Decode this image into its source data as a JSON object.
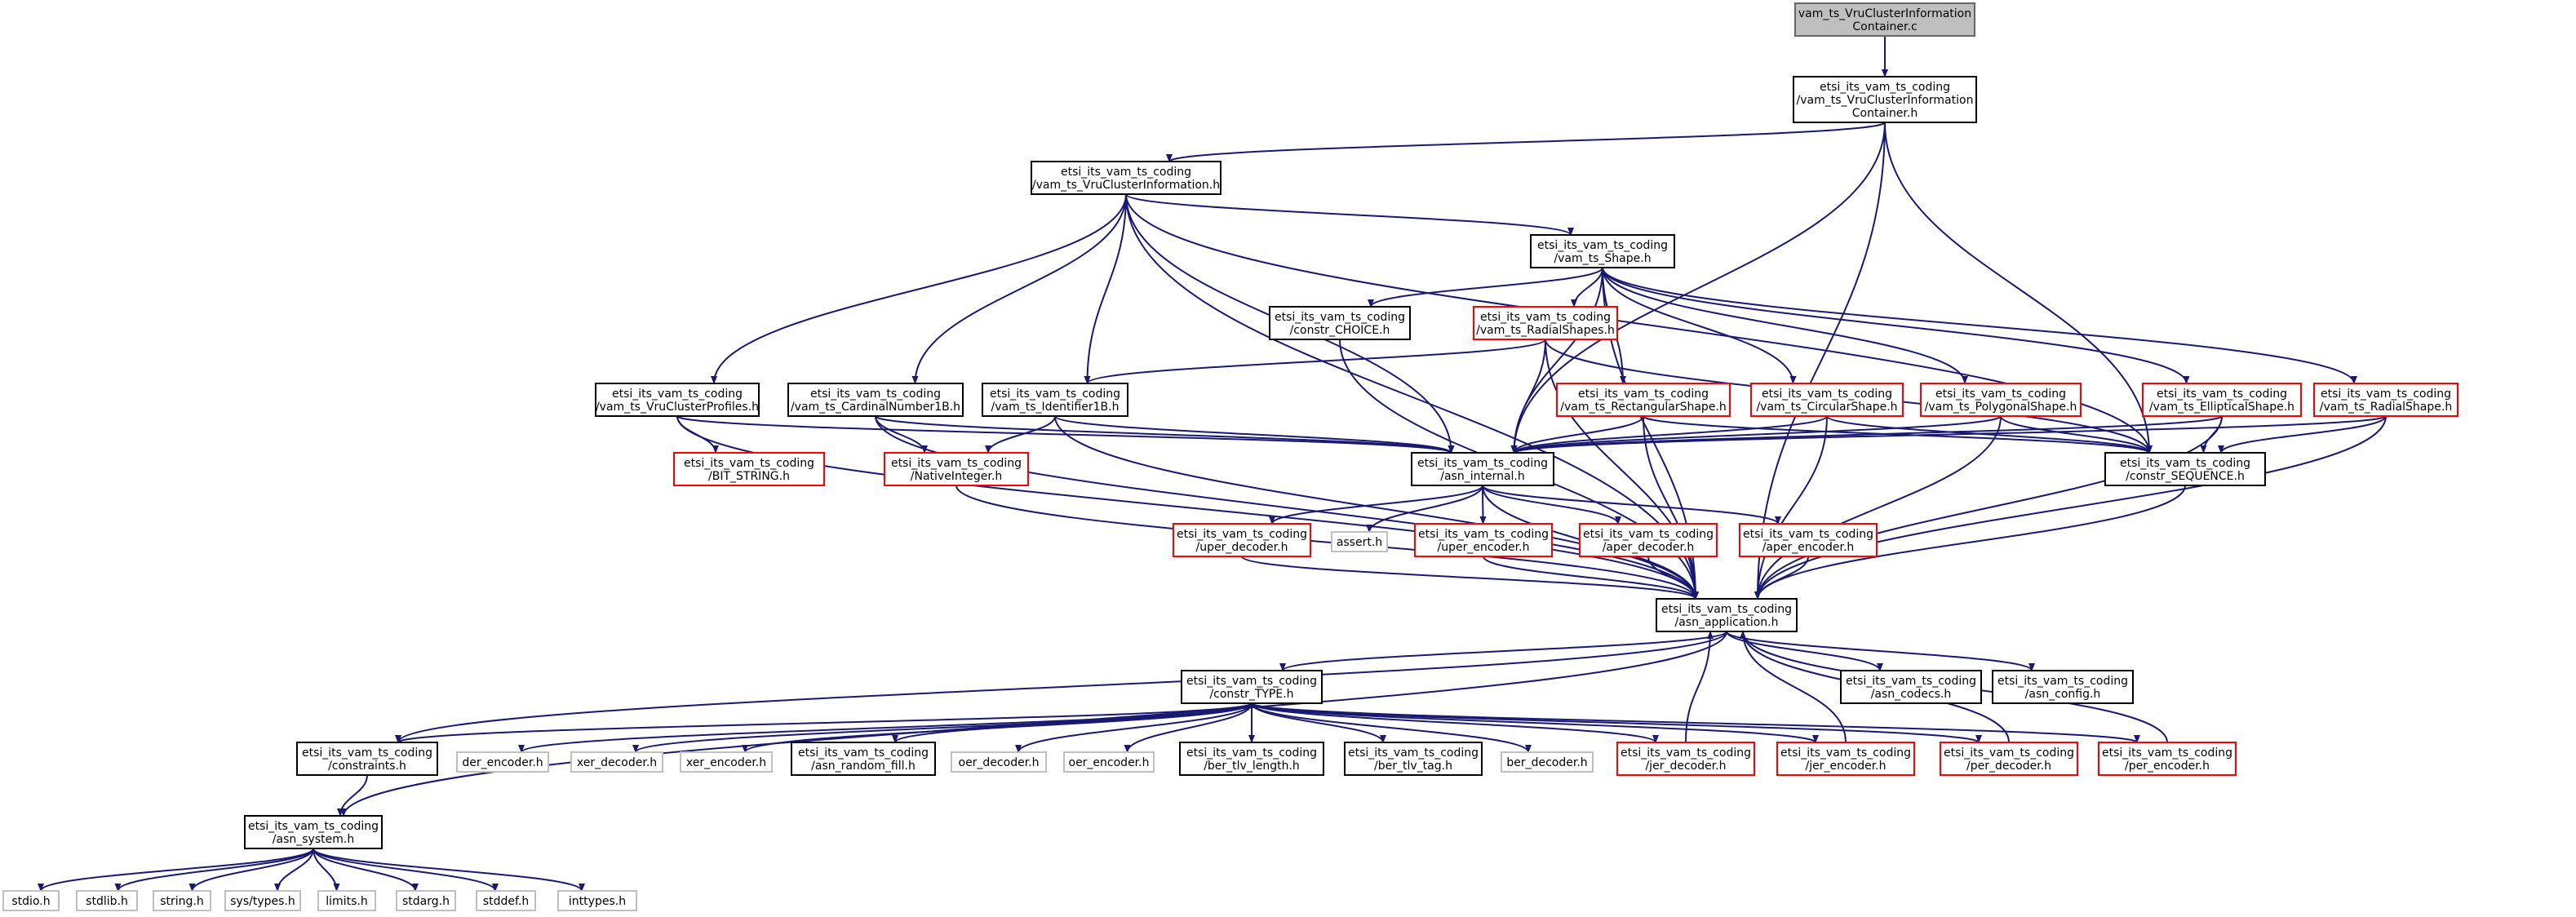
{
  "window": {
    "title": "vam_ts_VruClusterInformationContainer.c"
  },
  "colors": {
    "edge": "#191970",
    "root_fill": "#bfbfbf",
    "root_border": "#666666",
    "documented_border": "#000000",
    "undocumented_border": "#ff0000",
    "system_border": "#bfbfbf",
    "node_fill": "#ffffff"
  },
  "graph": {
    "nodes": [
      {
        "id": "root",
        "label": [
          "vam_ts_VruClusterInformation",
          "Container.c"
        ],
        "kind": "root"
      },
      {
        "id": "cih",
        "label": [
          "etsi_its_vam_ts_coding",
          "/vam_ts_VruClusterInformation",
          "Container.h"
        ],
        "kind": "documented"
      },
      {
        "id": "vci",
        "label": [
          "etsi_its_vam_ts_coding",
          "/vam_ts_VruClusterInformation.h"
        ],
        "kind": "documented"
      },
      {
        "id": "shape",
        "label": [
          "etsi_its_vam_ts_coding",
          "/vam_ts_Shape.h"
        ],
        "kind": "documented"
      },
      {
        "id": "choice",
        "label": [
          "etsi_its_vam_ts_coding",
          "/constr_CHOICE.h"
        ],
        "kind": "documented"
      },
      {
        "id": "radialshapes",
        "label": [
          "etsi_its_vam_ts_coding",
          "/vam_ts_RadialShapes.h"
        ],
        "kind": "undocumented"
      },
      {
        "id": "profiles",
        "label": [
          "etsi_its_vam_ts_coding",
          "/vam_ts_VruClusterProfiles.h"
        ],
        "kind": "documented"
      },
      {
        "id": "cardinal",
        "label": [
          "etsi_its_vam_ts_coding",
          "/vam_ts_CardinalNumber1B.h"
        ],
        "kind": "documented"
      },
      {
        "id": "identifier",
        "label": [
          "etsi_its_vam_ts_coding",
          "/vam_ts_Identifier1B.h"
        ],
        "kind": "documented"
      },
      {
        "id": "rect",
        "label": [
          "etsi_its_vam_ts_coding",
          "/vam_ts_RectangularShape.h"
        ],
        "kind": "undocumented"
      },
      {
        "id": "circ",
        "label": [
          "etsi_its_vam_ts_coding",
          "/vam_ts_CircularShape.h"
        ],
        "kind": "undocumented"
      },
      {
        "id": "poly",
        "label": [
          "etsi_its_vam_ts_coding",
          "/vam_ts_PolygonalShape.h"
        ],
        "kind": "undocumented"
      },
      {
        "id": "ellip",
        "label": [
          "etsi_its_vam_ts_coding",
          "/vam_ts_EllipticalShape.h"
        ],
        "kind": "undocumented"
      },
      {
        "id": "radial",
        "label": [
          "etsi_its_vam_ts_coding",
          "/vam_ts_RadialShape.h"
        ],
        "kind": "undocumented"
      },
      {
        "id": "bitstring",
        "label": [
          "etsi_its_vam_ts_coding",
          "/BIT_STRING.h"
        ],
        "kind": "undocumented"
      },
      {
        "id": "nativeint",
        "label": [
          "etsi_its_vam_ts_coding",
          "/NativeInteger.h"
        ],
        "kind": "undocumented"
      },
      {
        "id": "asninternal",
        "label": [
          "etsi_its_vam_ts_coding",
          "/asn_internal.h"
        ],
        "kind": "documented"
      },
      {
        "id": "sequence",
        "label": [
          "etsi_its_vam_ts_coding",
          "/constr_SEQUENCE.h"
        ],
        "kind": "documented"
      },
      {
        "id": "uperdec",
        "label": [
          "etsi_its_vam_ts_coding",
          "/uper_decoder.h"
        ],
        "kind": "undocumented"
      },
      {
        "id": "assert",
        "label": [
          "assert.h"
        ],
        "kind": "system"
      },
      {
        "id": "uperenc",
        "label": [
          "etsi_its_vam_ts_coding",
          "/uper_encoder.h"
        ],
        "kind": "undocumented"
      },
      {
        "id": "aperdec",
        "label": [
          "etsi_its_vam_ts_coding",
          "/aper_decoder.h"
        ],
        "kind": "undocumented"
      },
      {
        "id": "aperenc",
        "label": [
          "etsi_its_vam_ts_coding",
          "/aper_encoder.h"
        ],
        "kind": "undocumented"
      },
      {
        "id": "asnapp",
        "label": [
          "etsi_its_vam_ts_coding",
          "/asn_application.h"
        ],
        "kind": "documented"
      },
      {
        "id": "constrtype",
        "label": [
          "etsi_its_vam_ts_coding",
          "/constr_TYPE.h"
        ],
        "kind": "documented"
      },
      {
        "id": "codecs",
        "label": [
          "etsi_its_vam_ts_coding",
          "/asn_codecs.h"
        ],
        "kind": "documented"
      },
      {
        "id": "config",
        "label": [
          "etsi_its_vam_ts_coding",
          "/asn_config.h"
        ],
        "kind": "documented"
      },
      {
        "id": "constraints",
        "label": [
          "etsi_its_vam_ts_coding",
          "/constraints.h"
        ],
        "kind": "documented"
      },
      {
        "id": "derenc",
        "label": [
          "der_encoder.h"
        ],
        "kind": "system"
      },
      {
        "id": "xerdec",
        "label": [
          "xer_decoder.h"
        ],
        "kind": "system"
      },
      {
        "id": "xerenc",
        "label": [
          "xer_encoder.h"
        ],
        "kind": "system"
      },
      {
        "id": "randomfill",
        "label": [
          "etsi_its_vam_ts_coding",
          "/asn_random_fill.h"
        ],
        "kind": "documented"
      },
      {
        "id": "oerdec",
        "label": [
          "oer_decoder.h"
        ],
        "kind": "system"
      },
      {
        "id": "oerenc",
        "label": [
          "oer_encoder.h"
        ],
        "kind": "system"
      },
      {
        "id": "bertlvlen",
        "label": [
          "etsi_its_vam_ts_coding",
          "/ber_tlv_length.h"
        ],
        "kind": "documented"
      },
      {
        "id": "bertlvtag",
        "label": [
          "etsi_its_vam_ts_coding",
          "/ber_tlv_tag.h"
        ],
        "kind": "documented"
      },
      {
        "id": "berdec",
        "label": [
          "ber_decoder.h"
        ],
        "kind": "system"
      },
      {
        "id": "jerdec",
        "label": [
          "etsi_its_vam_ts_coding",
          "/jer_decoder.h"
        ],
        "kind": "undocumented"
      },
      {
        "id": "jerenc",
        "label": [
          "etsi_its_vam_ts_coding",
          "/jer_encoder.h"
        ],
        "kind": "undocumented"
      },
      {
        "id": "perdec",
        "label": [
          "etsi_its_vam_ts_coding",
          "/per_decoder.h"
        ],
        "kind": "undocumented"
      },
      {
        "id": "perenc",
        "label": [
          "etsi_its_vam_ts_coding",
          "/per_encoder.h"
        ],
        "kind": "undocumented"
      },
      {
        "id": "asnsystem",
        "label": [
          "etsi_its_vam_ts_coding",
          "/asn_system.h"
        ],
        "kind": "documented"
      },
      {
        "id": "stdio",
        "label": [
          "stdio.h"
        ],
        "kind": "system"
      },
      {
        "id": "stdlib",
        "label": [
          "stdlib.h"
        ],
        "kind": "system"
      },
      {
        "id": "string",
        "label": [
          "string.h"
        ],
        "kind": "system"
      },
      {
        "id": "systypes",
        "label": [
          "sys/types.h"
        ],
        "kind": "system"
      },
      {
        "id": "limits",
        "label": [
          "limits.h"
        ],
        "kind": "system"
      },
      {
        "id": "stdarg",
        "label": [
          "stdarg.h"
        ],
        "kind": "system"
      },
      {
        "id": "stddef",
        "label": [
          "stddef.h"
        ],
        "kind": "system"
      },
      {
        "id": "inttypes",
        "label": [
          "inttypes.h"
        ],
        "kind": "system"
      }
    ],
    "edges": [
      [
        "root",
        "cih"
      ],
      [
        "cih",
        "vci"
      ],
      [
        "cih",
        "asninternal"
      ],
      [
        "cih",
        "sequence"
      ],
      [
        "cih",
        "asnapp"
      ],
      [
        "vci",
        "shape"
      ],
      [
        "vci",
        "profiles"
      ],
      [
        "vci",
        "cardinal"
      ],
      [
        "vci",
        "identifier"
      ],
      [
        "vci",
        "asninternal"
      ],
      [
        "vci",
        "sequence"
      ],
      [
        "vci",
        "asnapp"
      ],
      [
        "shape",
        "choice"
      ],
      [
        "shape",
        "radialshapes"
      ],
      [
        "shape",
        "rect"
      ],
      [
        "shape",
        "circ"
      ],
      [
        "shape",
        "poly"
      ],
      [
        "shape",
        "ellip"
      ],
      [
        "shape",
        "radial"
      ],
      [
        "shape",
        "asninternal"
      ],
      [
        "shape",
        "asnapp"
      ],
      [
        "choice",
        "asnapp"
      ],
      [
        "radialshapes",
        "identifier"
      ],
      [
        "radialshapes",
        "asninternal"
      ],
      [
        "radialshapes",
        "sequence"
      ],
      [
        "radialshapes",
        "asnapp"
      ],
      [
        "profiles",
        "bitstring"
      ],
      [
        "profiles",
        "asninternal"
      ],
      [
        "profiles",
        "asnapp"
      ],
      [
        "cardinal",
        "nativeint"
      ],
      [
        "cardinal",
        "asninternal"
      ],
      [
        "cardinal",
        "asnapp"
      ],
      [
        "identifier",
        "nativeint"
      ],
      [
        "identifier",
        "asninternal"
      ],
      [
        "identifier",
        "asnapp"
      ],
      [
        "nativeint",
        "asnapp"
      ],
      [
        "rect",
        "asninternal"
      ],
      [
        "rect",
        "sequence"
      ],
      [
        "rect",
        "asnapp"
      ],
      [
        "circ",
        "asninternal"
      ],
      [
        "circ",
        "sequence"
      ],
      [
        "circ",
        "asnapp"
      ],
      [
        "poly",
        "asninternal"
      ],
      [
        "poly",
        "sequence"
      ],
      [
        "poly",
        "asnapp"
      ],
      [
        "ellip",
        "asninternal"
      ],
      [
        "ellip",
        "sequence"
      ],
      [
        "ellip",
        "asnapp"
      ],
      [
        "radial",
        "asninternal"
      ],
      [
        "radial",
        "sequence"
      ],
      [
        "radial",
        "asnapp"
      ],
      [
        "sequence",
        "asnapp"
      ],
      [
        "asninternal",
        "uperdec"
      ],
      [
        "asninternal",
        "assert"
      ],
      [
        "asninternal",
        "uperenc"
      ],
      [
        "asninternal",
        "aperdec"
      ],
      [
        "asninternal",
        "aperenc"
      ],
      [
        "asninternal",
        "asnapp"
      ],
      [
        "uperdec",
        "asnapp"
      ],
      [
        "uperenc",
        "asnapp"
      ],
      [
        "aperdec",
        "asnapp"
      ],
      [
        "aperenc",
        "asnapp"
      ],
      [
        "asnapp",
        "constrtype"
      ],
      [
        "asnapp",
        "codecs"
      ],
      [
        "asnapp",
        "config"
      ],
      [
        "asnapp",
        "constraints"
      ],
      [
        "asnapp",
        "asnsystem"
      ],
      [
        "constrtype",
        "constraints"
      ],
      [
        "constrtype",
        "derenc"
      ],
      [
        "constrtype",
        "xerdec"
      ],
      [
        "constrtype",
        "xerenc"
      ],
      [
        "constrtype",
        "randomfill"
      ],
      [
        "constrtype",
        "oerdec"
      ],
      [
        "constrtype",
        "oerenc"
      ],
      [
        "constrtype",
        "bertlvlen"
      ],
      [
        "constrtype",
        "bertlvtag"
      ],
      [
        "constrtype",
        "berdec"
      ],
      [
        "constrtype",
        "jerdec"
      ],
      [
        "constrtype",
        "jerenc"
      ],
      [
        "constrtype",
        "perdec"
      ],
      [
        "constrtype",
        "perenc"
      ],
      [
        "jerdec",
        "asnapp"
      ],
      [
        "jerenc",
        "asnapp"
      ],
      [
        "perdec",
        "asnapp"
      ],
      [
        "perenc",
        "asnapp"
      ],
      [
        "constraints",
        "asnsystem"
      ],
      [
        "asnsystem",
        "stdio"
      ],
      [
        "asnsystem",
        "stdlib"
      ],
      [
        "asnsystem",
        "string"
      ],
      [
        "asnsystem",
        "systypes"
      ],
      [
        "asnsystem",
        "limits"
      ],
      [
        "asnsystem",
        "stdarg"
      ],
      [
        "asnsystem",
        "stddef"
      ],
      [
        "asnsystem",
        "inttypes"
      ]
    ]
  }
}
